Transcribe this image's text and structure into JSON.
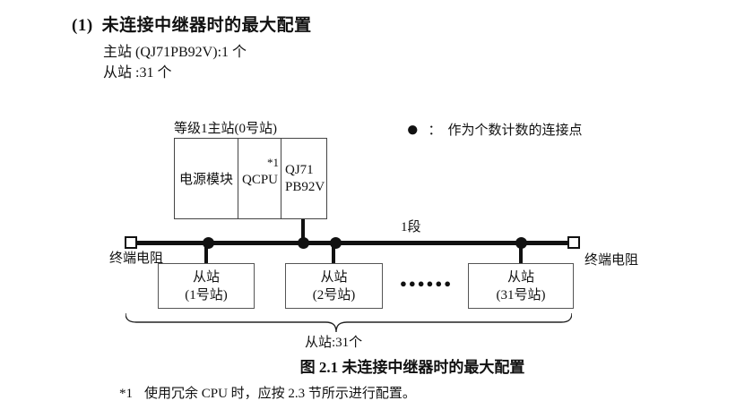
{
  "heading": {
    "number": "(1)",
    "title": "未连接中继器时的最大配置"
  },
  "intro": {
    "master_line": "主站 (QJ71PB92V):1 个",
    "slave_line": "从站 :31 个"
  },
  "diagram": {
    "master_label": "等级1主站(0号站)",
    "master_cells": {
      "power": "电源模块",
      "qcpu": "QCPU",
      "qcpu_note": "*1",
      "module_line1": "QJ71",
      "module_line2": "PB92V"
    },
    "legend": {
      "symbol": "●",
      "colon": "：",
      "text": "作为个数计数的连接点"
    },
    "segment_label": "1段",
    "terminator_label_left": "终端电阻",
    "terminator_label_right": "终端电阻",
    "slaves": [
      {
        "line1": "从站",
        "line2": "(1号站)"
      },
      {
        "line1": "从站",
        "line2": "(2号站)"
      },
      {
        "line1": "从站",
        "line2": "(31号站)"
      }
    ],
    "ellipsis": "●●●●●●",
    "brace_label": "从站:31个"
  },
  "caption": "图 2.1 未连接中继器时的最大配置",
  "footnote": {
    "marker": "*1",
    "text": "使用冗余 CPU 时，应按 2.3 节所示进行配置。"
  },
  "colors": {
    "ink": "#111111",
    "box_border": "#555555",
    "background": "#ffffff"
  }
}
